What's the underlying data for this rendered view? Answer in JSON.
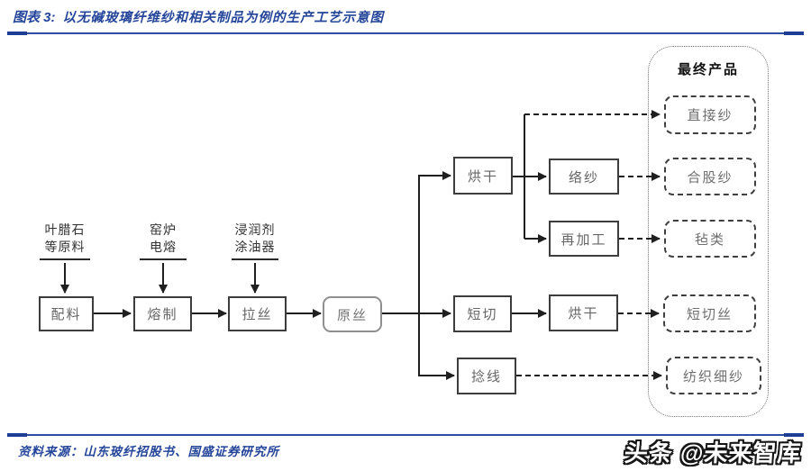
{
  "header": {
    "figure_label": "图表 3:",
    "title": "以无碱玻璃纤维纱和相关制品为例的生产工艺示意图"
  },
  "diagram": {
    "annotations": [
      {
        "line1": "叶腊石",
        "line2": "等原料"
      },
      {
        "line1": "窑炉",
        "line2": "电熔"
      },
      {
        "line1": "浸润剂",
        "line2": "涂油器"
      }
    ],
    "nodes": {
      "batching": "配料",
      "melting": "熔制",
      "drawing": "拉丝",
      "raw_silk": "原丝",
      "drying_top": "烘干",
      "chopping": "短切",
      "twisting": "捻线",
      "winding": "络纱",
      "reprocessing": "再加工",
      "drying_mid": "烘干"
    },
    "final_products": {
      "title": "最终产品",
      "items": [
        "直接纱",
        "合股纱",
        "毡类",
        "短切丝",
        "纺织细纱"
      ]
    }
  },
  "footer": {
    "source": "资料来源：山东玻纤招股书、国盛证券研究所",
    "watermark": "头条 @未来智库"
  },
  "colors": {
    "accent_navy": "#24459A",
    "line_black": "#1F1F1F",
    "box_border": "#3D3D3D",
    "box_text": "#666666"
  }
}
